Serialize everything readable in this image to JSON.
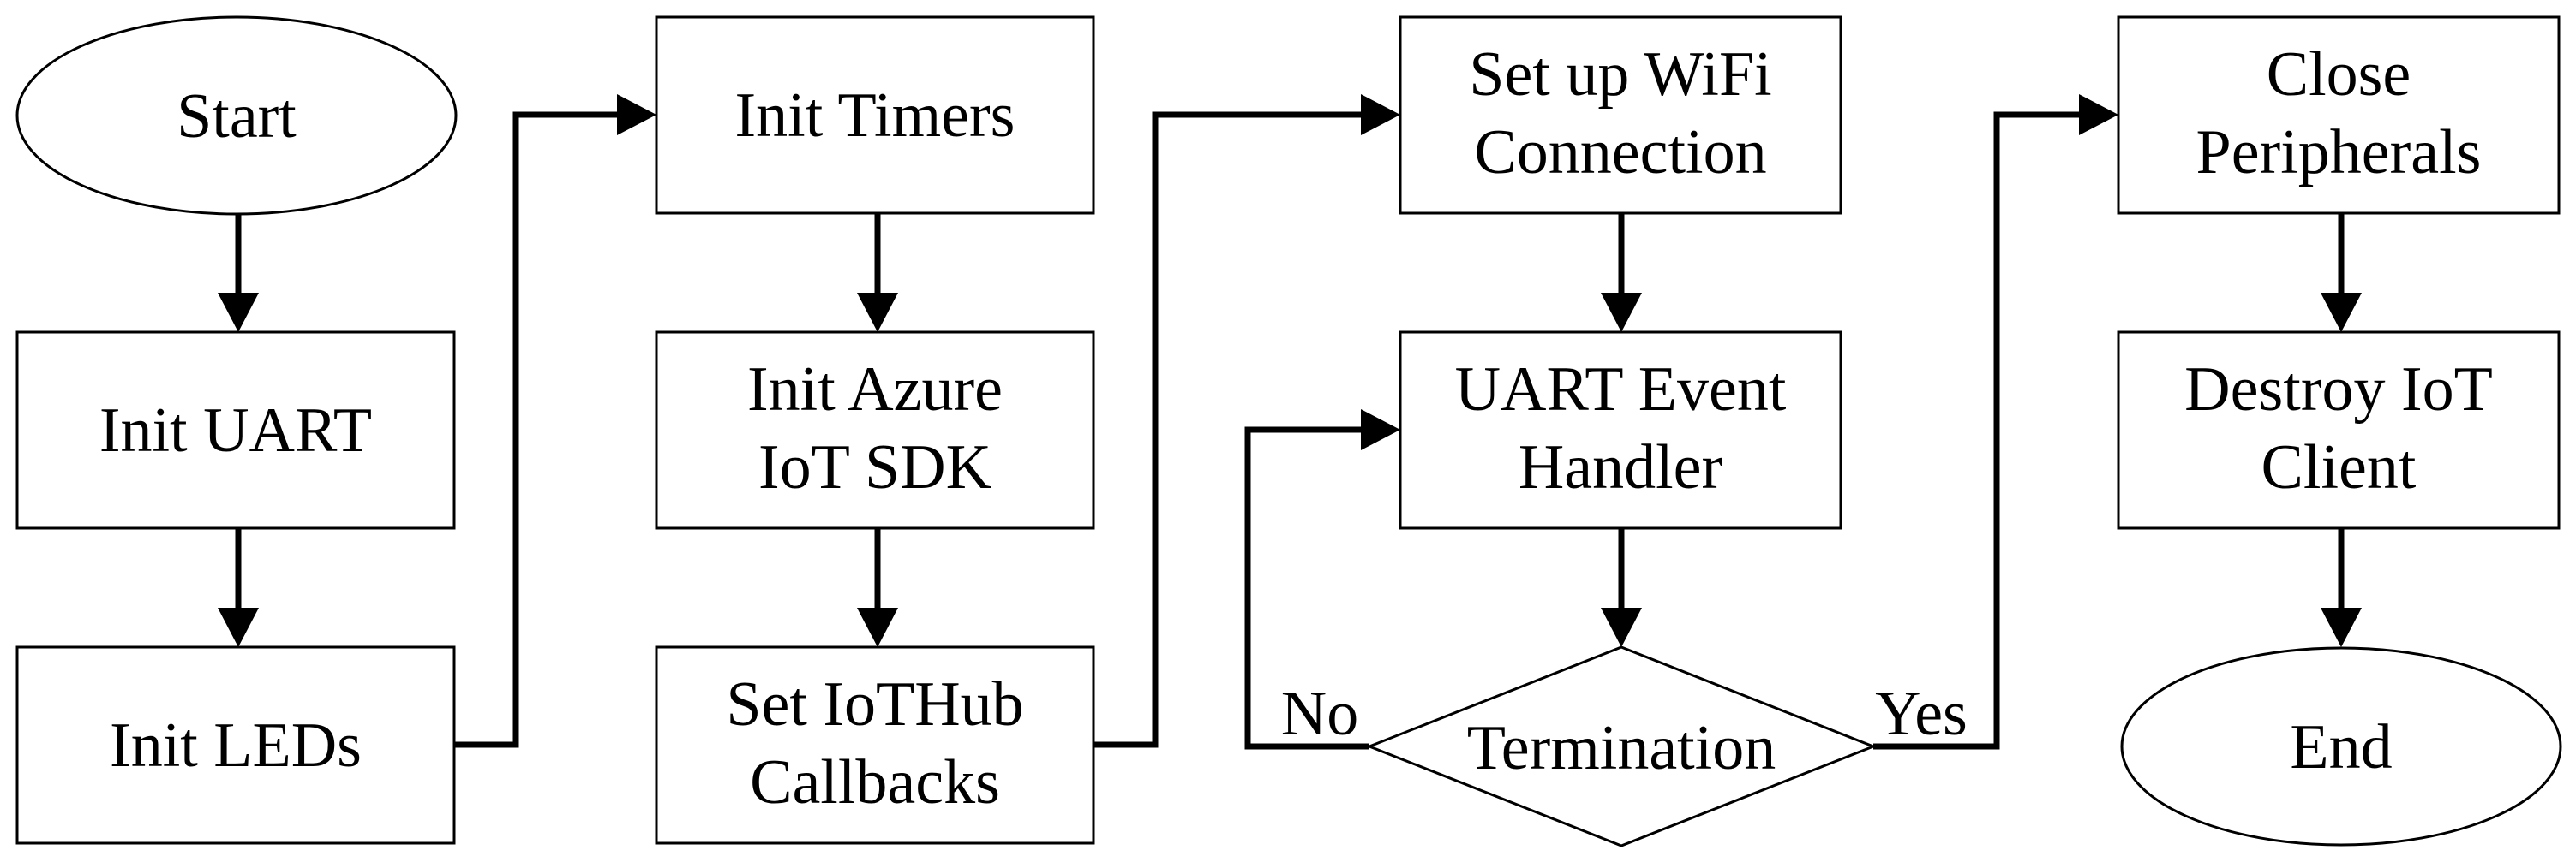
{
  "flowchart": {
    "nodes": {
      "start": {
        "lines": [
          "Start"
        ]
      },
      "init_uart": {
        "lines": [
          "Init UART"
        ]
      },
      "init_leds": {
        "lines": [
          "Init LEDs"
        ]
      },
      "init_timers": {
        "lines": [
          "Init Timers"
        ]
      },
      "init_azure": {
        "lines": [
          "Init Azure",
          "IoT SDK"
        ]
      },
      "set_callbacks": {
        "lines": [
          "Set IoTHub",
          "Callbacks"
        ]
      },
      "setup_wifi": {
        "lines": [
          "Set up WiFi",
          "Connection"
        ]
      },
      "uart_handler": {
        "lines": [
          "UART Event",
          "Handler"
        ]
      },
      "termination": {
        "lines": [
          "Termination"
        ]
      },
      "close_peripherals": {
        "lines": [
          "Close",
          "Peripherals"
        ]
      },
      "destroy_client": {
        "lines": [
          "Destroy IoT",
          "Client"
        ]
      },
      "end": {
        "lines": [
          "End"
        ]
      }
    },
    "edge_labels": {
      "no": "No",
      "yes": "Yes"
    }
  }
}
